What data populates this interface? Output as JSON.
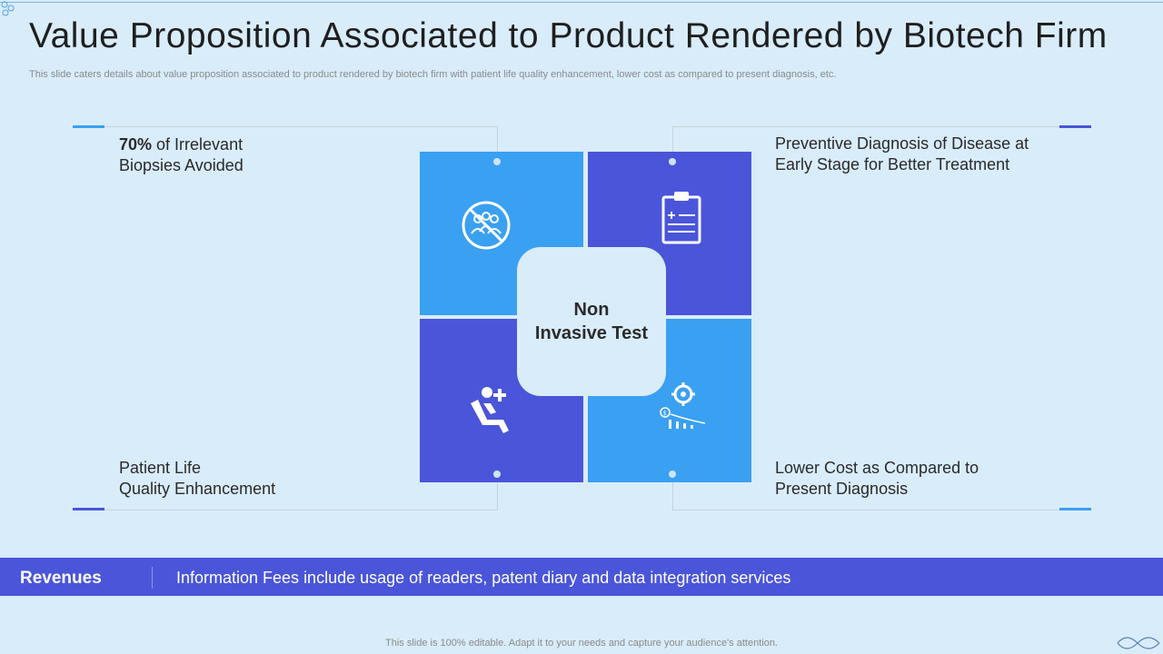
{
  "slide": {
    "title": "Value Proposition Associated to Product Rendered by Biotech Firm",
    "subtitle": "This slide caters details about value proposition associated to product rendered by biotech firm with patient life quality enhancement, lower cost as compared to present diagnosis, etc."
  },
  "center": {
    "line1": "Non",
    "line2": "Invasive Test"
  },
  "points": {
    "top_left": {
      "highlight": "70%",
      "line1_rest": " of Irrelevant",
      "line2": "Biopsies Avoided",
      "icon": "no-crowd-icon"
    },
    "top_right": {
      "line1": "Preventive Diagnosis of Disease at",
      "line2": "Early Stage for Better Treatment",
      "icon": "clipboard-icon"
    },
    "bottom_left": {
      "line1": "Patient Life",
      "line2": "Quality Enhancement",
      "icon": "patient-seat-icon"
    },
    "bottom_right": {
      "line1": "Lower Cost as Compared to",
      "line2": "Present Diagnosis",
      "icon": "cost-reduction-icon"
    }
  },
  "banner": {
    "label": "Revenues",
    "text": "Information Fees include usage of readers, patent diary and data integration services"
  },
  "footer": "This slide is 100% editable. Adapt it to your needs and capture your audience's attention.",
  "colors": {
    "background": "#d9ecfa",
    "tile_light": "#3aa0f2",
    "tile_dark": "#4a55d9",
    "banner": "#4a55d9"
  }
}
